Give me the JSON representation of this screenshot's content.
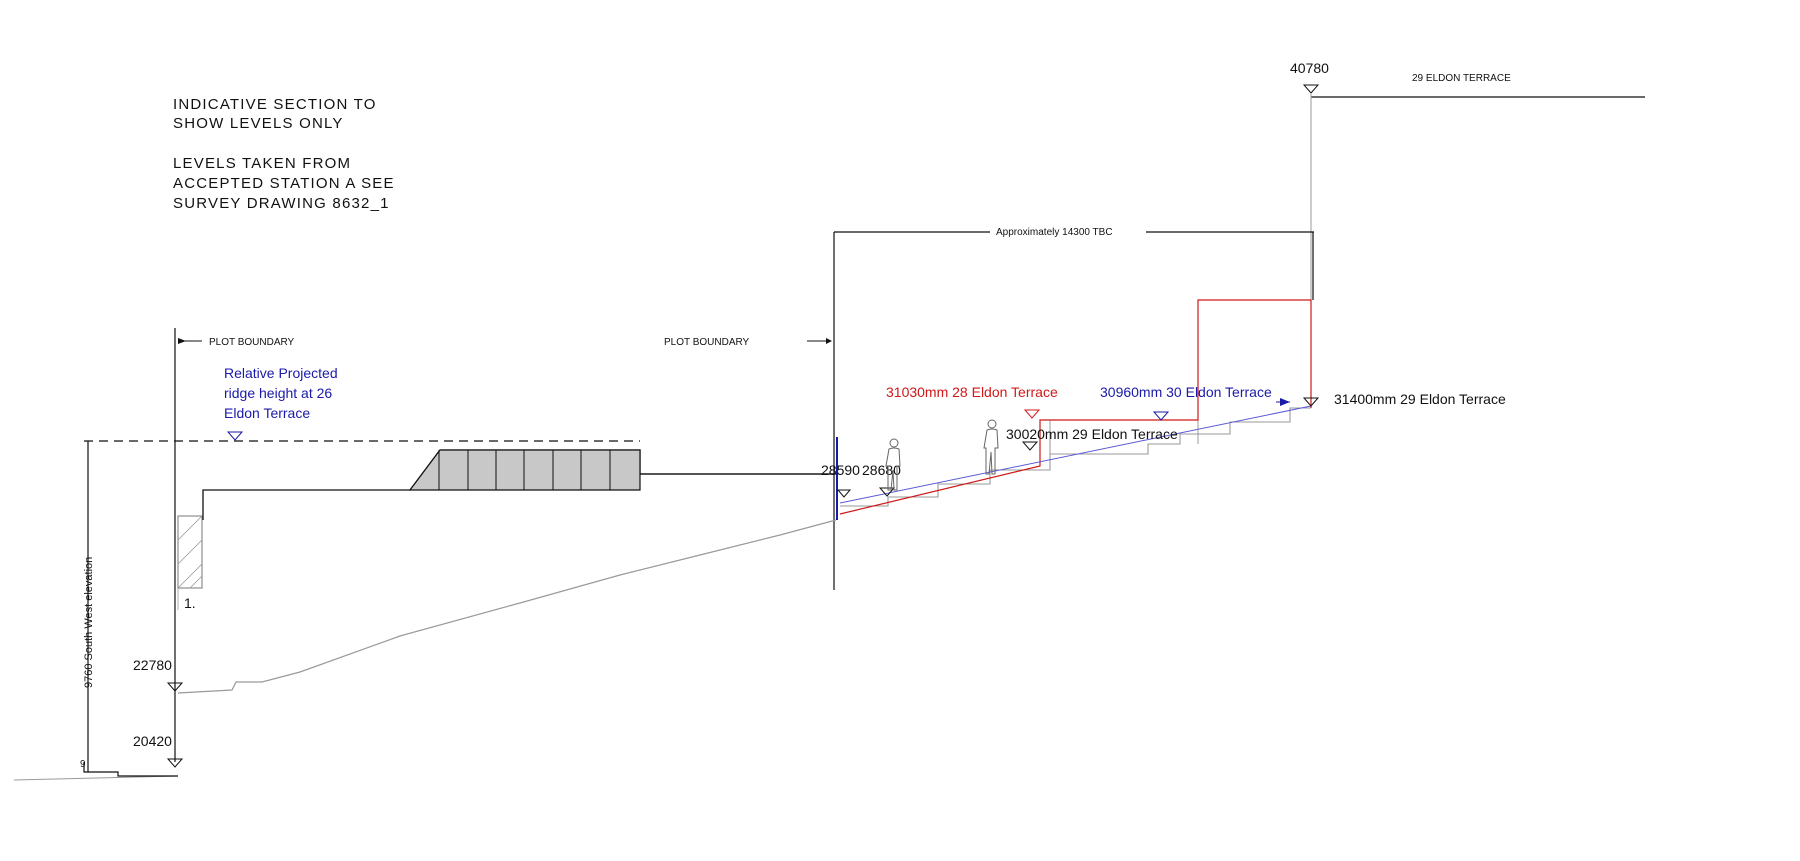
{
  "notes": {
    "line1": "INDICATIVE SECTION TO",
    "line2": "SHOW LEVELS ONLY",
    "line3": "LEVELS TAKEN FROM",
    "line4": "ACCEPTED STATION A SEE",
    "line5": "SURVEY DRAWING 8632_1"
  },
  "dimensions": {
    "approx_width": "Approximately 14300 TBC",
    "elevation_side": "9760 South West elevation"
  },
  "boundaries": {
    "left": "PLOT BOUNDARY",
    "right": "PLOT BOUNDARY"
  },
  "ridge_note": {
    "line1": "Relative Projected",
    "line2": "ridge height at 26",
    "line3": "Eldon Terrace"
  },
  "levels": {
    "top": "40780",
    "top_label": "29 ELDON TERRACE",
    "l22780": "22780",
    "l20420": "20420",
    "l28590": "28590",
    "l28680": "28680",
    "eldon28": "31030mm 28 Eldon Terrace",
    "eldon30": "30960mm 30 Eldon Terrace",
    "eldon29_low": "30020mm 29 Eldon Terrace",
    "eldon29_high": "31400mm 29 Eldon Terrace",
    "marker": "1."
  },
  "colors": {
    "line": "#111111",
    "blue": "#1a1aa8",
    "red": "#d01818",
    "grey": "#9a9a9a",
    "wall_fill": "#c8c8c8"
  }
}
